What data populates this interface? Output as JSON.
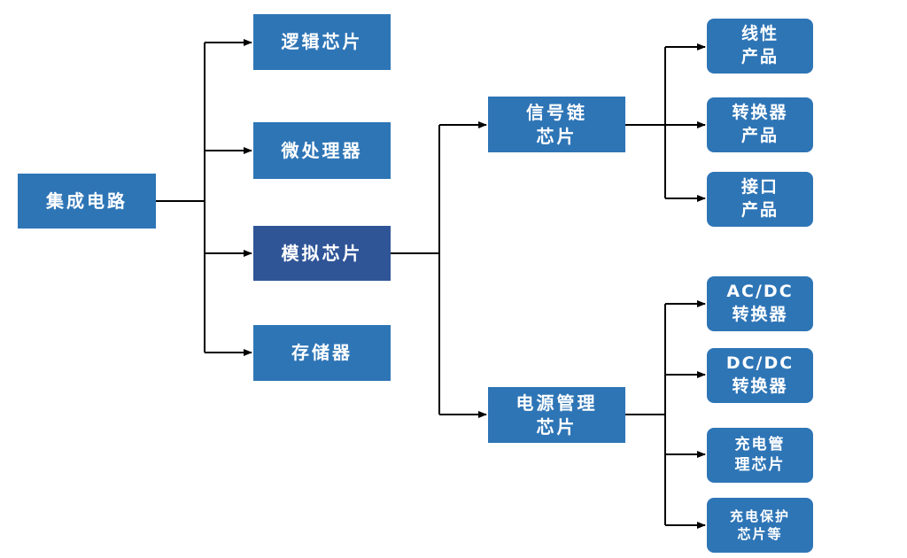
{
  "root": {
    "label": "集成电路"
  },
  "level1": [
    {
      "id": "logic",
      "label": "逻辑芯片"
    },
    {
      "id": "micro",
      "label": "微处理器"
    },
    {
      "id": "analog",
      "label": "模拟芯片"
    },
    {
      "id": "memory",
      "label": "存储器"
    }
  ],
  "level2": [
    {
      "id": "signal-chain",
      "lines": [
        "信号链",
        "芯片"
      ]
    },
    {
      "id": "power-mgmt",
      "lines": [
        "电源管理",
        "芯片"
      ]
    }
  ],
  "level3_signal": [
    {
      "id": "linear",
      "lines": [
        "线性",
        "产品"
      ]
    },
    {
      "id": "converter",
      "lines": [
        "转换器",
        "产品"
      ]
    },
    {
      "id": "interface",
      "lines": [
        "接口",
        "产品"
      ]
    }
  ],
  "level3_power": [
    {
      "id": "acdc",
      "lines": [
        "AC/DC",
        "转换器"
      ]
    },
    {
      "id": "dcdc",
      "lines": [
        "DC/DC",
        "转换器"
      ]
    },
    {
      "id": "charge-mgmt",
      "lines": [
        "充电管",
        "理芯片"
      ]
    },
    {
      "id": "charge-protect",
      "lines": [
        "充电保护",
        "芯片等"
      ]
    }
  ],
  "colors": {
    "box_fill": "#2e75b6",
    "box_fill_selected": "#2f5597",
    "text": "#ffffff",
    "connector": "#000000"
  }
}
